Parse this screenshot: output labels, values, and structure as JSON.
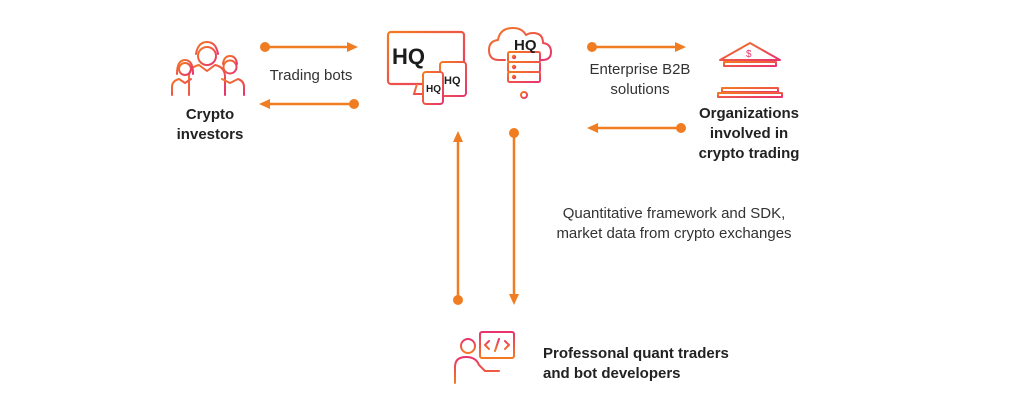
{
  "colors": {
    "accent": "#f07d22",
    "gradient_start": "#f47a20",
    "gradient_end": "#e8336e",
    "logo_dark": "#1c1c1c",
    "text": "#333333"
  },
  "nodes": {
    "investors": {
      "line1": "Crypto",
      "line2": "investors",
      "icon": "investors-group-icon"
    },
    "platform": {
      "logo_text": "HQ",
      "icon": "devices-monitor-icon"
    },
    "cloud": {
      "logo_text": "HQ",
      "icon": "cloud-server-icon"
    },
    "organizations": {
      "line1": "Organizations",
      "line2": "involved in",
      "line3": "crypto trading",
      "icon": "bank-building-icon"
    },
    "developers": {
      "line1": "Professonal quant traders",
      "line2": "and bot developers",
      "icon": "developer-desk-icon"
    }
  },
  "edges": {
    "trading_bots": "Trading bots",
    "b2b_line1": "Enterprise B2B",
    "b2b_line2": "solutions",
    "framework_line1": "Quantitative framework and SDK,",
    "framework_line2": "market data from crypto exchanges"
  }
}
